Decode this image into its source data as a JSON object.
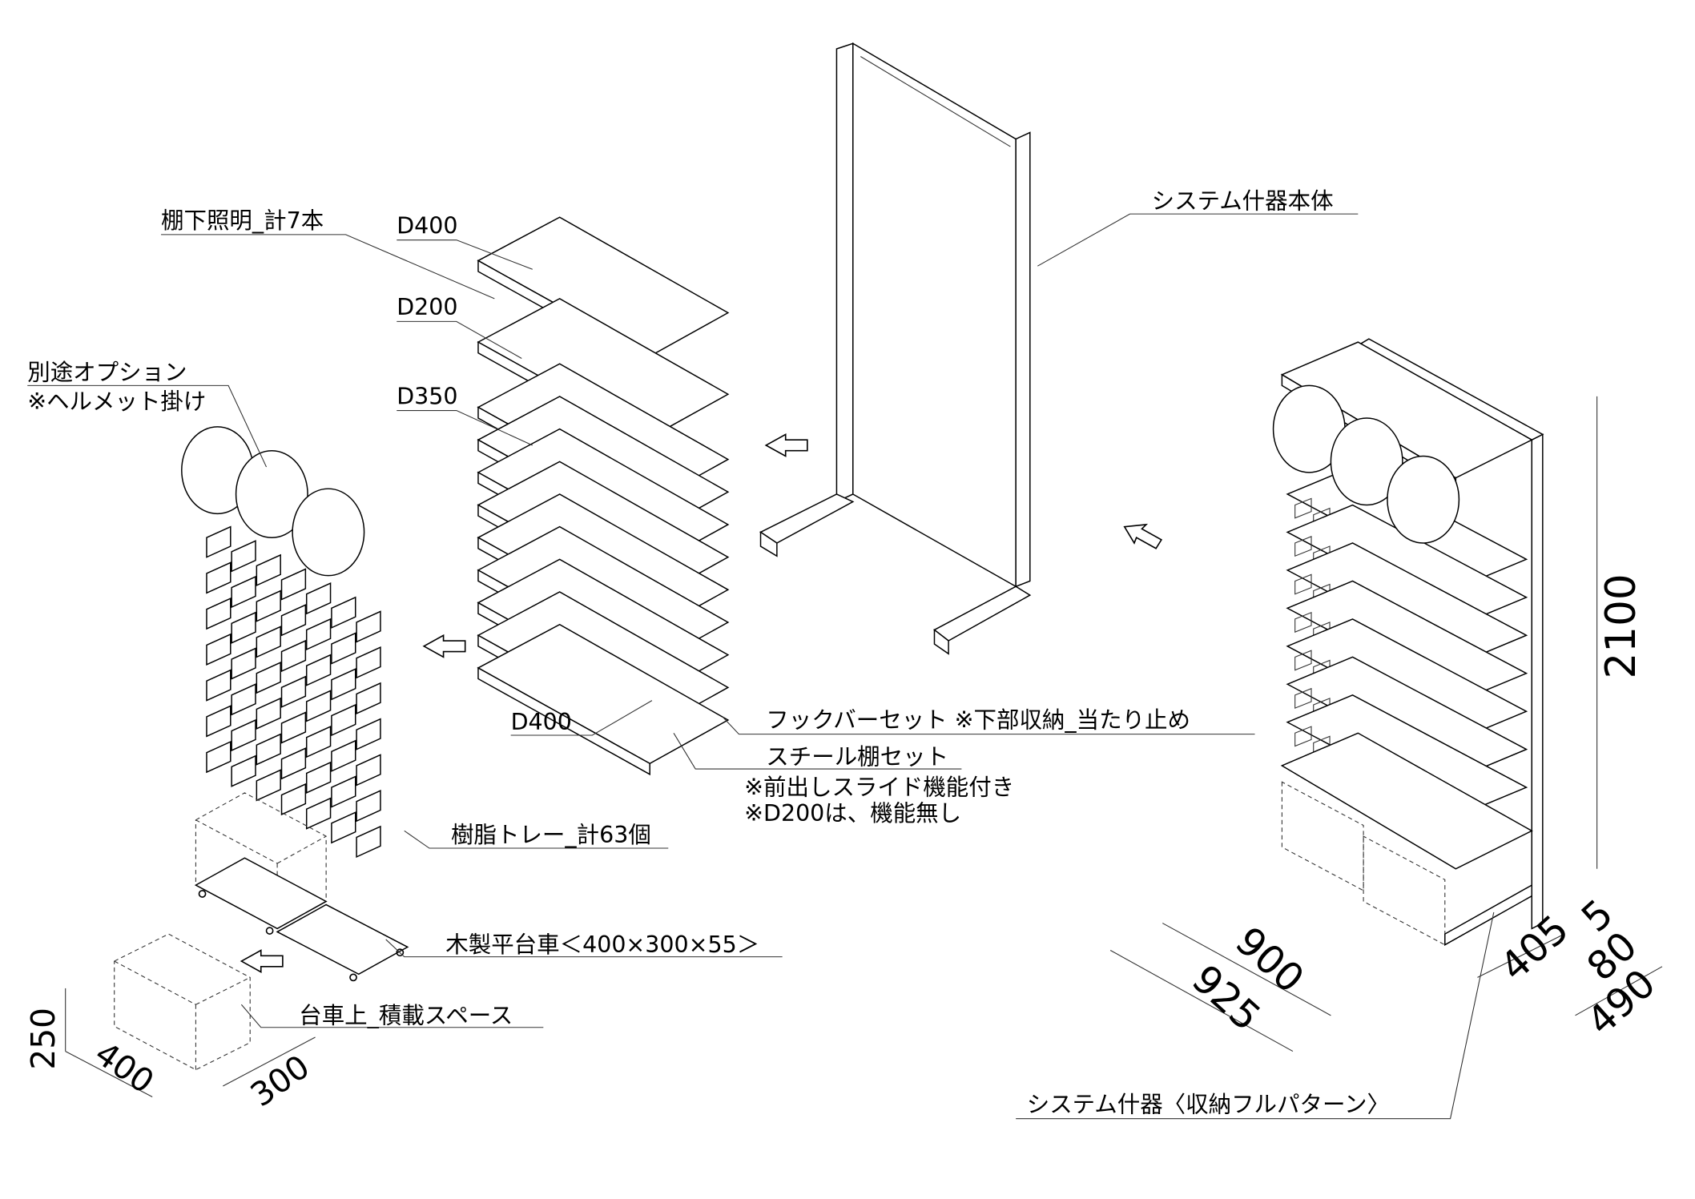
{
  "labels": {
    "under_shelf_lighting": "棚下照明_計7本",
    "shelf_d400_top": "D400",
    "shelf_d200": "D200",
    "shelf_d350": "D350",
    "shelf_d400_bottom": "D400",
    "option_line1": "別途オプション",
    "option_line2": "※ヘルメット掛け",
    "hook_bar_set": "フックバーセット ※下部収納_当たり止め",
    "steel_shelf_set": "スチール棚セット",
    "steel_note1": "※前出しスライド機能付き",
    "steel_note2": "※D200は、機能無し",
    "resin_tray": "樹脂トレー_計63個",
    "wooden_cart": "木製平台車＜400×300×55＞",
    "cart_space": "台車上_積載スペース",
    "system_body": "システム什器本体",
    "system_full": "システム什器〈収納フルパターン〉"
  },
  "dimensions": {
    "cart_h": "250",
    "cart_w": "400",
    "cart_d": "300",
    "height": "2100",
    "width_inner": "900",
    "width_outer": "925",
    "depth_405": "405",
    "depth_5": "5",
    "depth_80": "80",
    "depth_490": "490"
  }
}
